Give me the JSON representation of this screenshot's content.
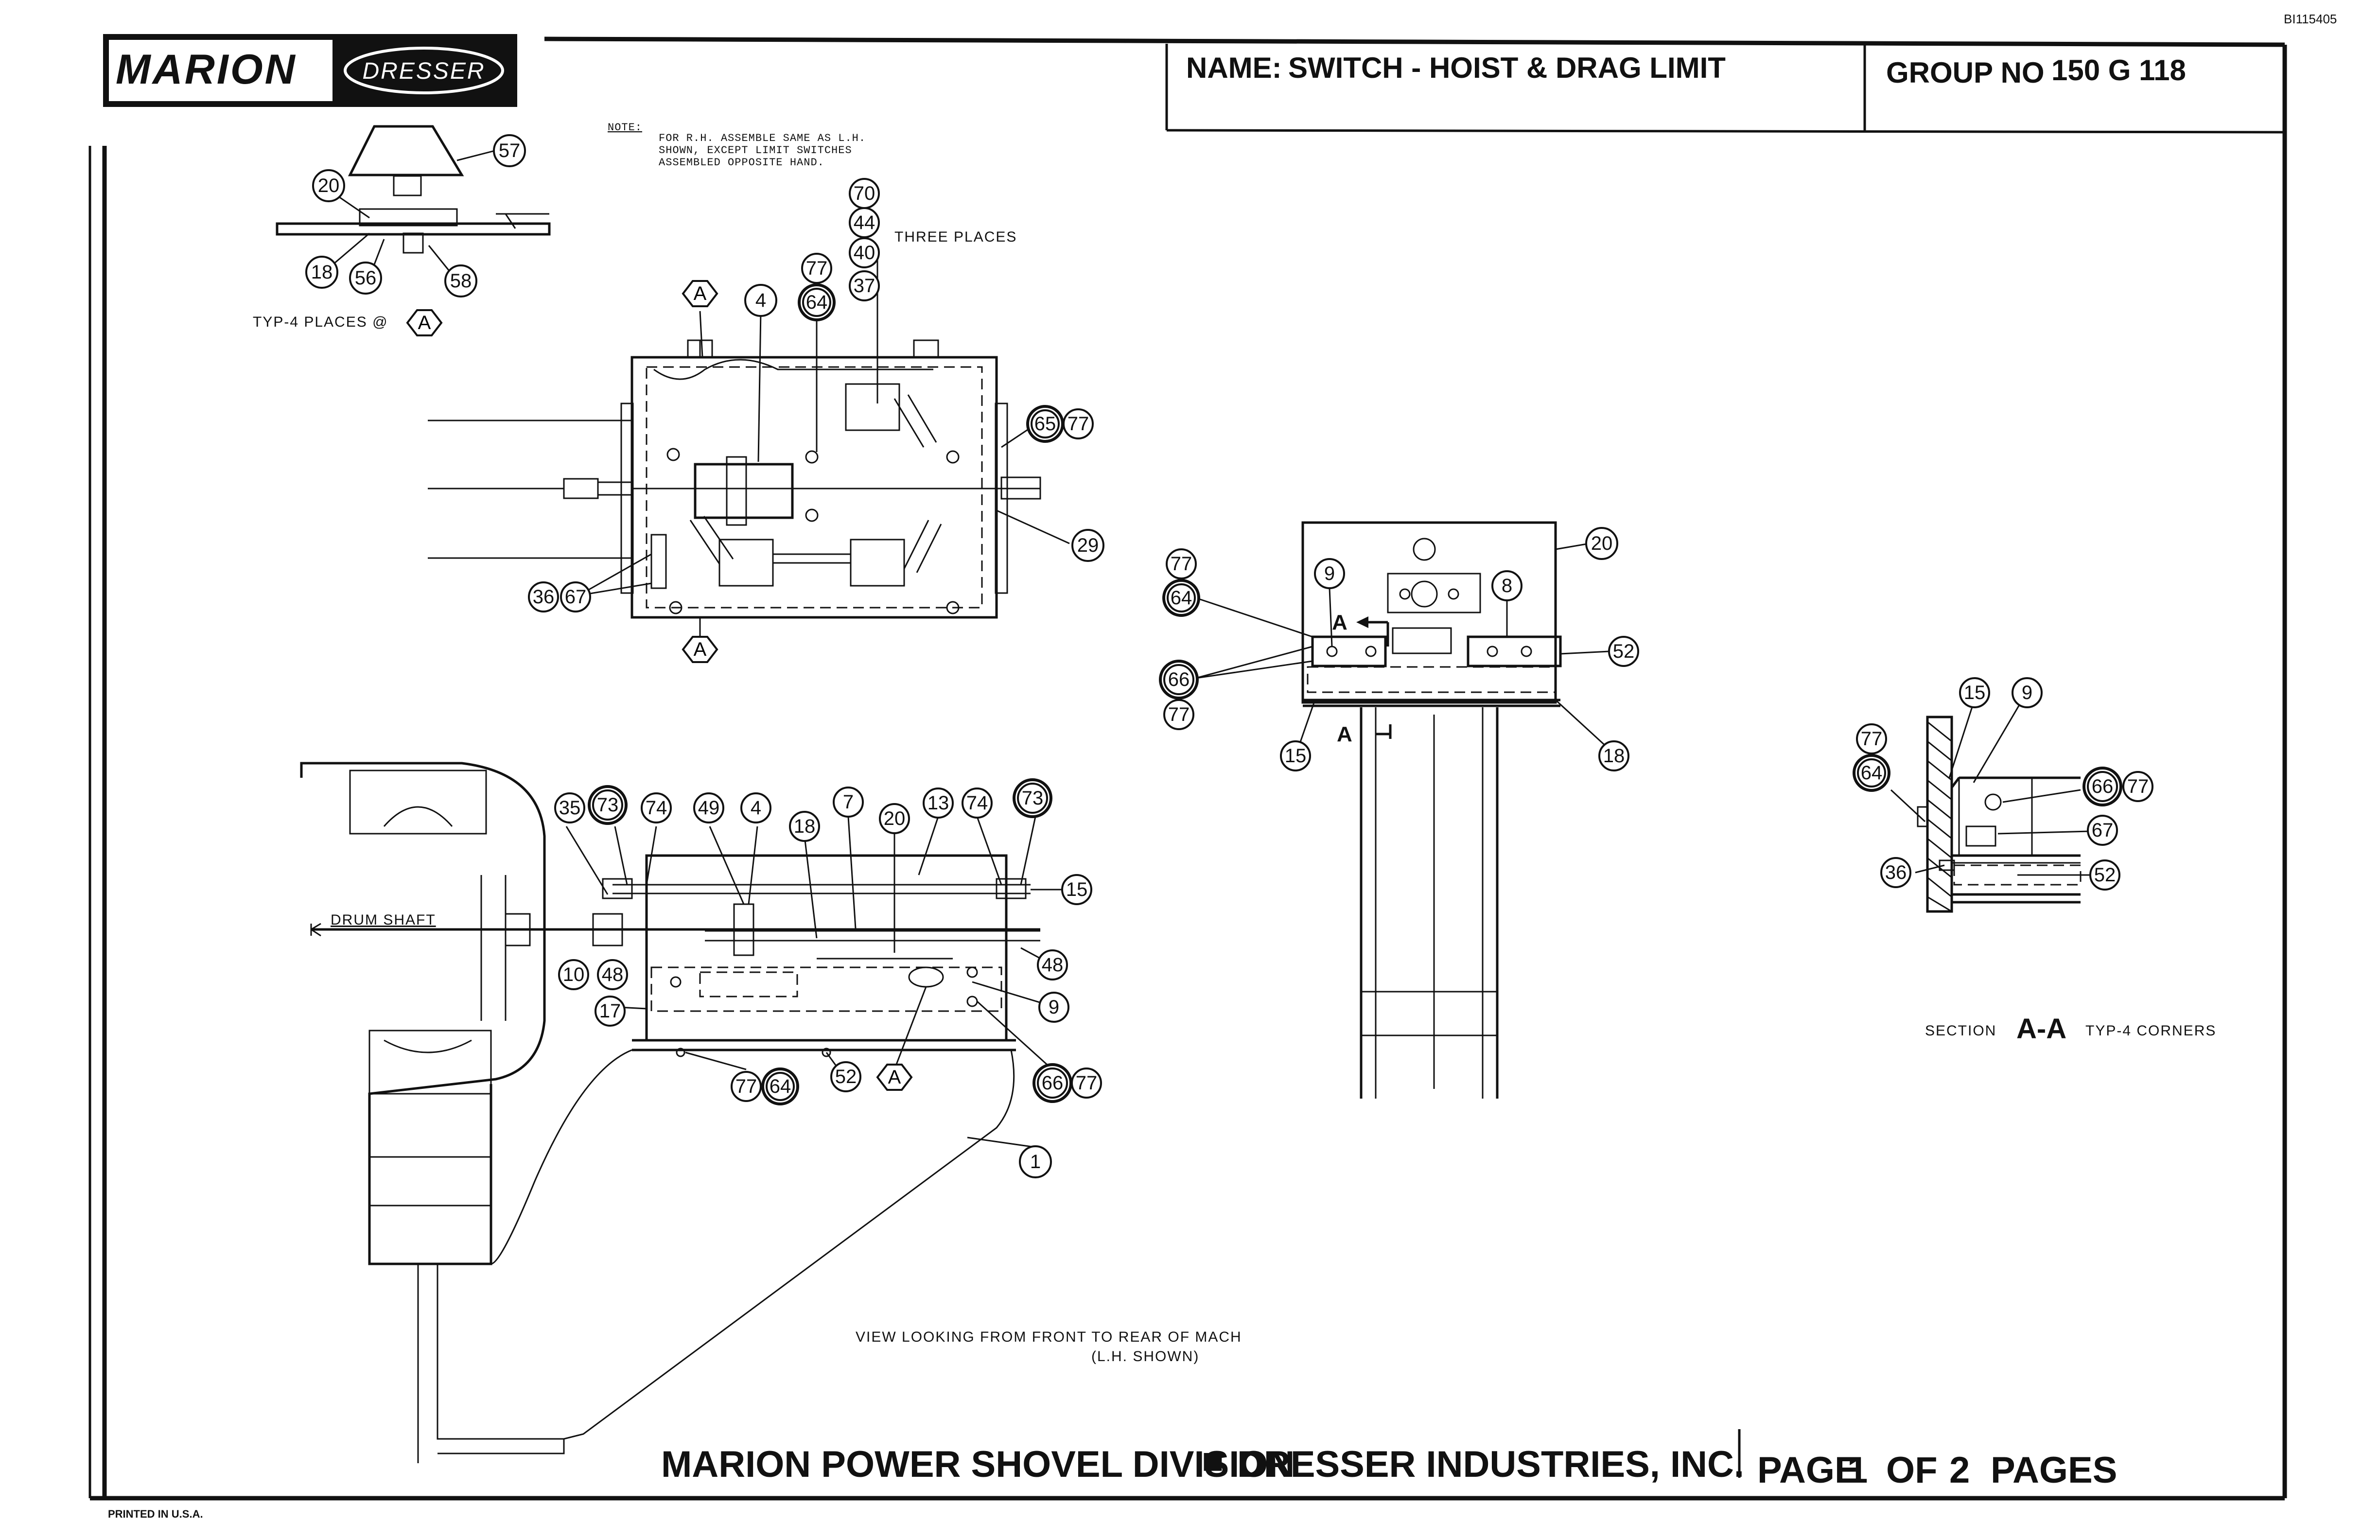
{
  "doc_id": "BI115405",
  "logo": {
    "brand": "MARION",
    "sub_brand": "DRESSER"
  },
  "title_block": {
    "name_label": "NAME:",
    "name_value": "SWITCH - HOIST & DRAG LIMIT",
    "group_label": "GROUP NO",
    "group_value": "150 G 118"
  },
  "notes": {
    "note_heading": "NOTE:",
    "note_lines": [
      "FOR R.H. ASSEMBLE SAME AS L.H.",
      "SHOWN, EXCEPT LIMIT SWITCHES",
      "ASSEMBLED OPPOSITE HAND."
    ],
    "three_places": "THREE PLACES",
    "typ_4_places": "TYP-4 PLACES @",
    "drum_shaft": "DRUM SHAFT",
    "view_line1": "VIEW LOOKING FROM FRONT TO REAR OF MACH",
    "view_line2": "(L.H. SHOWN)",
    "section_prefix": "SECTION",
    "section_name": "A-A",
    "section_suffix": "TYP-4 CORNERS",
    "section_marker": "A"
  },
  "footer": {
    "company": "MARION POWER SHOVEL DIVISION",
    "separator": "■",
    "company2": "DRESSER INDUSTRIES, INC.",
    "page_label": "PAGE",
    "page_num": "1",
    "of_label": "OF",
    "page_total": "2",
    "pages_label": "PAGES",
    "printed": "PRINTED IN U.S.A."
  },
  "balloons": {
    "v1": [
      "57",
      "20",
      "18",
      "56",
      "58",
      "A"
    ],
    "v2": [
      "70",
      "44",
      "40",
      "37",
      "77",
      "64",
      "4",
      "A",
      "65",
      "77",
      "29",
      "36",
      "67",
      "A"
    ],
    "v3": [
      "35",
      "73",
      "74",
      "49",
      "4",
      "18",
      "7",
      "20",
      "13",
      "74",
      "73",
      "15",
      "10",
      "48",
      "48",
      "17",
      "9",
      "77",
      "64",
      "52",
      "A",
      "66",
      "77",
      "1"
    ],
    "v4": [
      "20",
      "9",
      "8",
      "77",
      "64",
      "66",
      "77",
      "52",
      "15",
      "18"
    ],
    "v5": [
      "15",
      "9",
      "77",
      "64",
      "66",
      "77",
      "67",
      "36",
      "52"
    ]
  }
}
